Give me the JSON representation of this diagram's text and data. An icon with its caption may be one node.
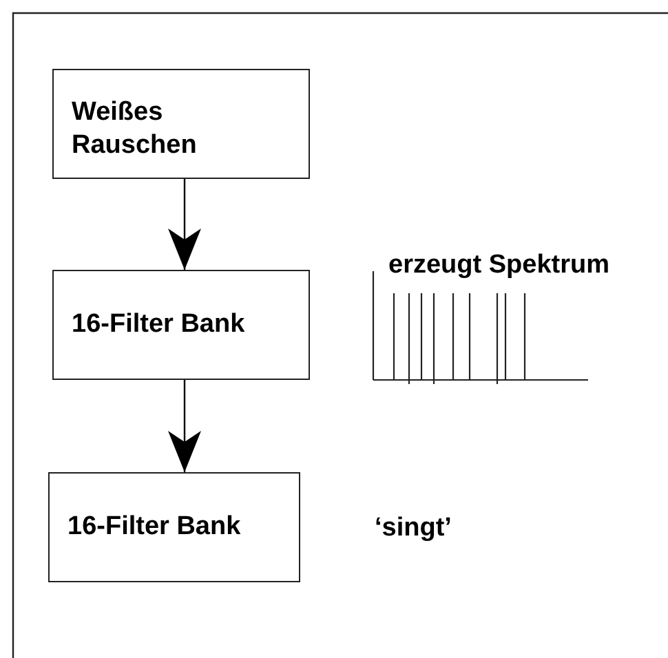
{
  "diagram": {
    "nodes": [
      {
        "text": [
          "Weißes Rauschen"
        ]
      },
      {
        "text": [
          "16-Filter Bank"
        ]
      },
      {
        "text": [
          "16-Filter Bank"
        ]
      }
    ],
    "edges": [
      {
        "from": 0,
        "to": 1,
        "arrow": "to"
      },
      {
        "from": 1,
        "to": 2,
        "arrow": "to"
      }
    ],
    "labels": [
      "erzeugt Spektrum",
      "‘singt’"
    ]
  }
}
